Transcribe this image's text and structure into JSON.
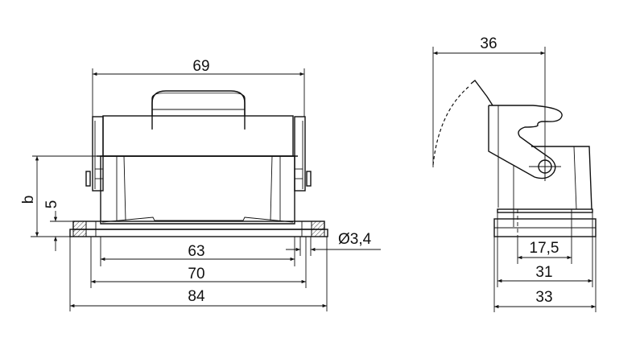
{
  "drawing": {
    "type": "technical-dimension-drawing",
    "views": [
      {
        "name": "front-view",
        "dimensions": {
          "top_width": "69",
          "height_label": "b",
          "flange_height": "5",
          "inner_width": "63",
          "hole_pitch": "70",
          "overall_width": "84",
          "hole_diameter": "Ø3,4"
        }
      },
      {
        "name": "side-view",
        "dimensions": {
          "lever_reach": "36",
          "hole_pitch": "17,5",
          "inner_depth": "31",
          "overall_depth": "33"
        }
      }
    ],
    "colors": {
      "line": "#111111",
      "background": "#ffffff"
    }
  }
}
